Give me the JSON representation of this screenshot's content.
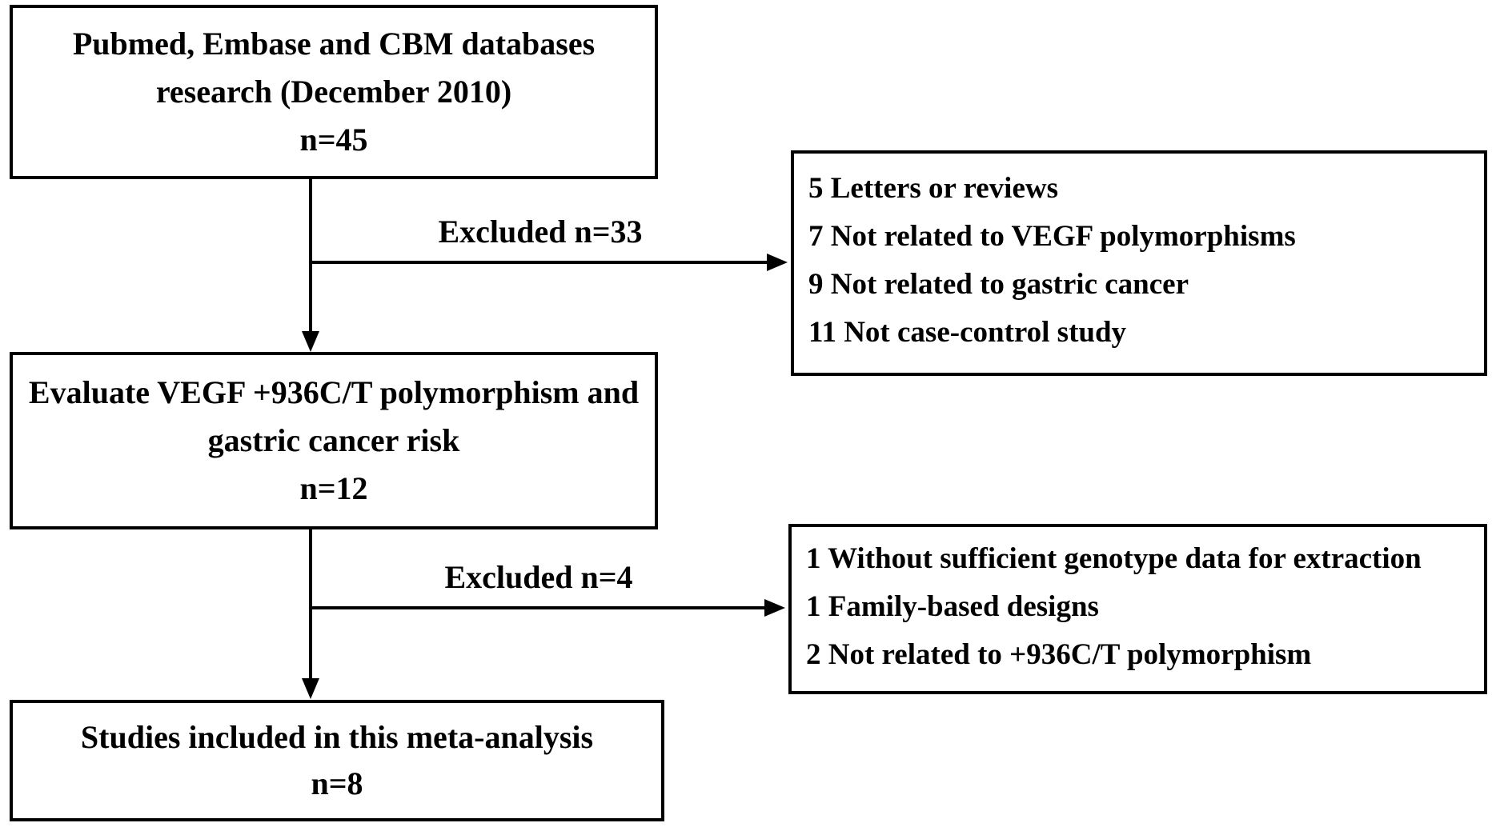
{
  "colors": {
    "line": "#000000",
    "text": "#000000",
    "background": "#ffffff"
  },
  "flow": {
    "search_box": {
      "line1": "Pubmed, Embase and CBM databases",
      "line2": "research (December 2010)",
      "line3": "n=45"
    },
    "excluded1": {
      "label": "Excluded n=33",
      "items": [
        "5 Letters or reviews",
        "7 Not related to VEGF polymorphisms",
        "9 Not related to gastric cancer",
        "11 Not case-control study"
      ]
    },
    "evaluate_box": {
      "line1": "Evaluate VEGF +936C/T polymorphism and",
      "line2": "gastric cancer risk",
      "line3": "n=12"
    },
    "excluded2": {
      "label": "Excluded n=4",
      "items": [
        "1 Without sufficient genotype data for extraction",
        "1 Family-based designs",
        "2 Not related to +936C/T polymorphism"
      ]
    },
    "included_box": {
      "line1": "Studies included in this meta-analysis",
      "line2": "n=8"
    }
  }
}
